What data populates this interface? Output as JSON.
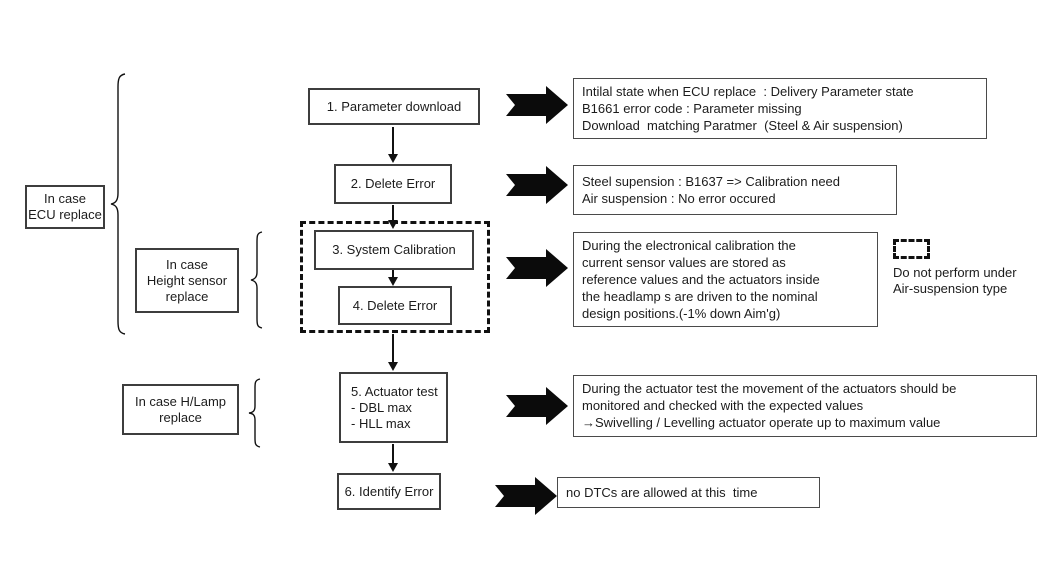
{
  "case_labels": {
    "ecu": "In case\nECU replace",
    "height_sensor": "In case\nHeight sensor\nreplace",
    "headlamp": "In case H/Lamp\nreplace"
  },
  "steps": {
    "s1": "1. Parameter download",
    "s2": "2. Delete Error",
    "s3": "3. System Calibration",
    "s4": "4. Delete Error",
    "s5": "5. Actuator test\n- DBL max\n- HLL max",
    "s6": "6. Identify Error"
  },
  "notes": {
    "n1": "Intilal state when ECU replace  : Delivery Parameter state\nB1661 error code : Parameter missing\nDownload  matching Paratmer  (Steel & Air suspension)",
    "n2": "Steel supension : B1637 => Calibration need\nAir suspension : No error occured",
    "n3": "During the electronical calibration the\ncurrent sensor values are stored as\nreference values and the actuators inside\nthe headlamp s are driven to the nominal\ndesign positions.(-1% down Aim'g)",
    "n4": "During the actuator test the movement of the actuators should be\nmonitored and checked with the expected values\n→Swivelling / Levelling actuator operate up to maximum value",
    "n5": "no DTCs are allowed at this  time"
  },
  "legend": {
    "note": "Do not perform under\nAir-suspension type"
  },
  "colors": {
    "ink": "#1c1c1c",
    "arrow_fill": "#0b0b0b",
    "box_border": "#3d3d3d",
    "background": "#ffffff"
  }
}
